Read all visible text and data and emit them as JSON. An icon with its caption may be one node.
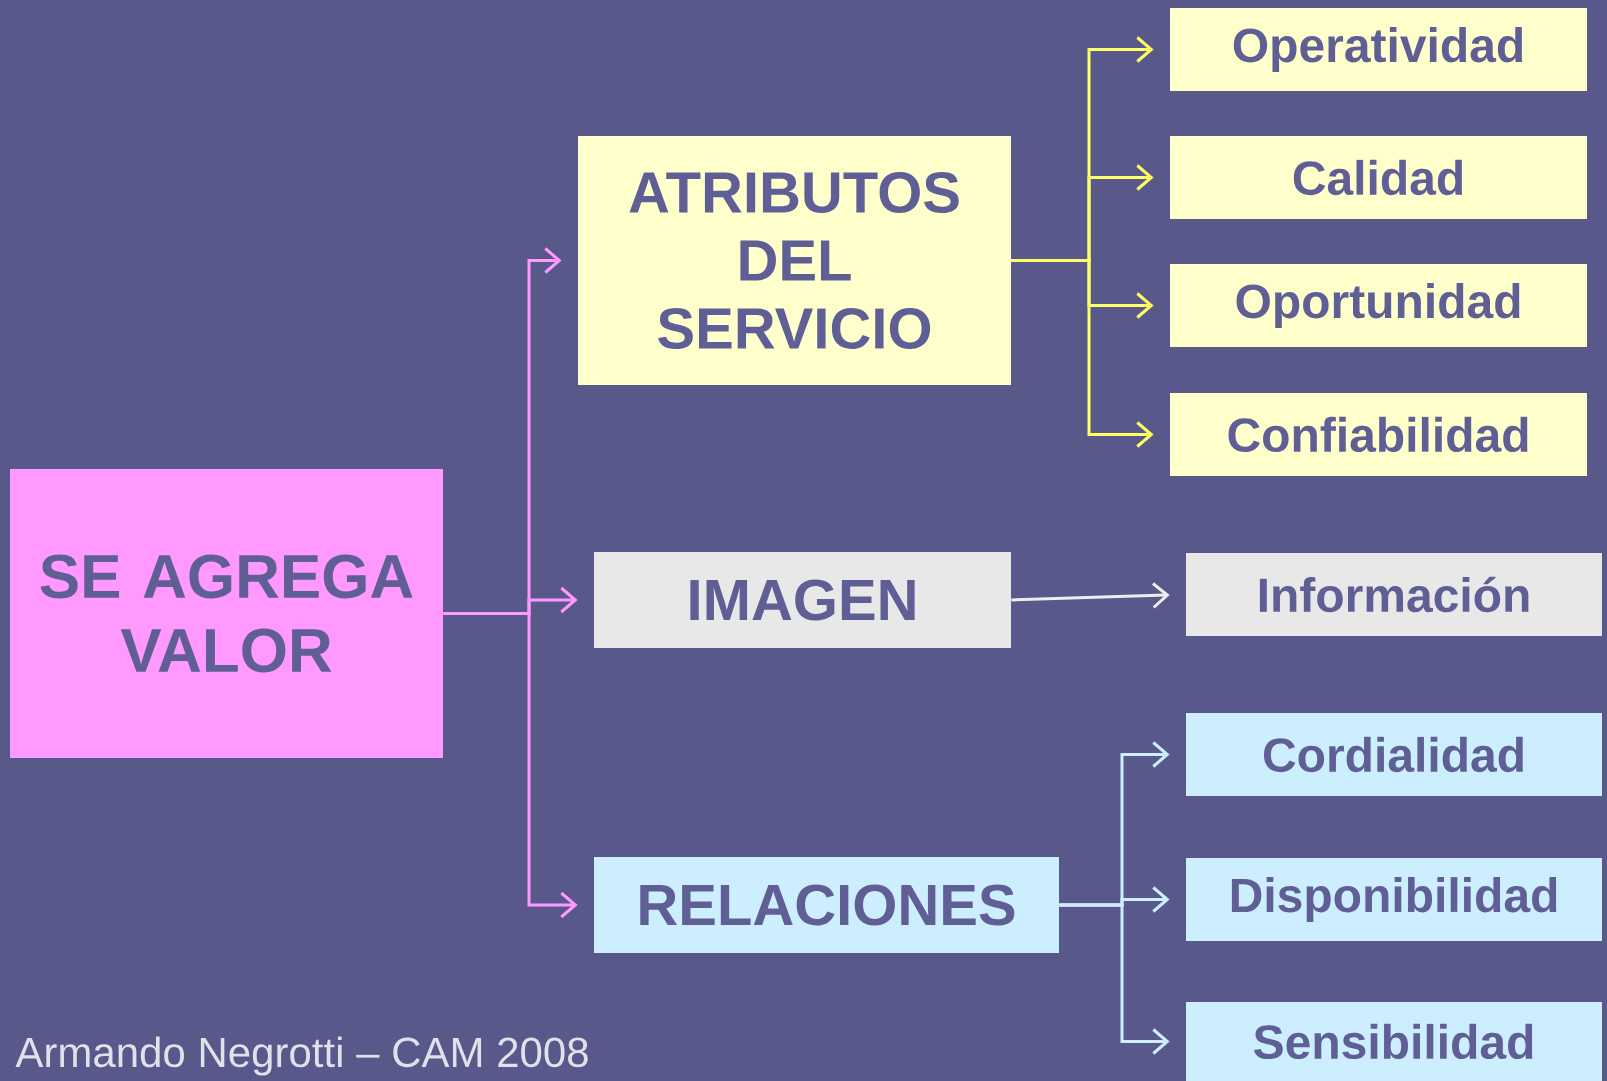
{
  "diagram": {
    "nodes": [
      {
        "text": [
          "SE AGREGA VALOR"
        ]
      },
      {
        "text": [
          "ATRIBUTOS DEL SERVICIO"
        ]
      },
      {
        "text": [
          "IMAGEN"
        ]
      },
      {
        "text": [
          "RELACIONES"
        ]
      },
      {
        "text": [
          "Operatividad"
        ]
      },
      {
        "text": [
          "Calidad"
        ]
      },
      {
        "text": [
          "Oportunidad"
        ]
      },
      {
        "text": [
          "Confiabilidad"
        ]
      },
      {
        "text": [
          "Información"
        ]
      },
      {
        "text": [
          "Cordialidad"
        ]
      },
      {
        "text": [
          "Disponibilidad"
        ]
      },
      {
        "text": [
          "Sensibilidad"
        ]
      }
    ],
    "edges": [
      {
        "from": 0,
        "to": 1,
        "arrow": "to",
        "color": "#ff99ff"
      },
      {
        "from": 0,
        "to": 2,
        "arrow": "to",
        "color": "#ff99ff"
      },
      {
        "from": 0,
        "to": 3,
        "arrow": "to",
        "color": "#ff99ff"
      },
      {
        "from": 1,
        "to": 4,
        "arrow": "to",
        "color": "#ffff66"
      },
      {
        "from": 1,
        "to": 5,
        "arrow": "to",
        "color": "#ffff66"
      },
      {
        "from": 1,
        "to": 6,
        "arrow": "to",
        "color": "#ffff66"
      },
      {
        "from": 1,
        "to": 7,
        "arrow": "to",
        "color": "#ffff66"
      },
      {
        "from": 2,
        "to": 8,
        "arrow": "to",
        "color": "#eeeeee"
      },
      {
        "from": 3,
        "to": 9,
        "arrow": "to",
        "color": "#cceeff"
      },
      {
        "from": 3,
        "to": 10,
        "arrow": "to",
        "color": "#cceeff"
      },
      {
        "from": 3,
        "to": 11,
        "arrow": "to",
        "color": "#cceeff"
      }
    ],
    "labels": [
      "Armando Negrotti – CAM 2008"
    ]
  }
}
